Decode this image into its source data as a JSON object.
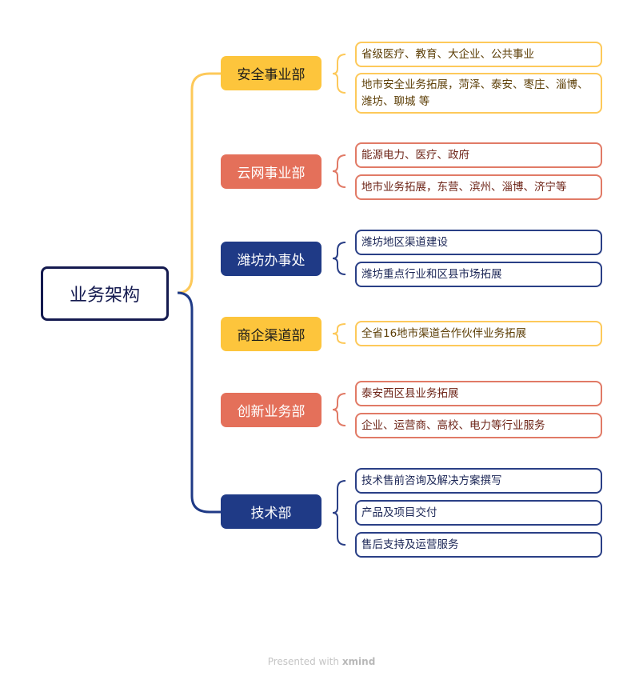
{
  "root": "业务架构",
  "colors": {
    "yellow": "#fdc53c",
    "red": "#e4705a",
    "navy": "#1f3a86"
  },
  "branches": [
    {
      "label": "安全事业部",
      "children": [
        "省级医疗、教育、大企业、公共事业",
        "地市安全业务拓展，菏泽、泰安、枣庄、淄博、潍坊、聊城 等"
      ]
    },
    {
      "label": "云网事业部",
      "children": [
        "能源电力、医疗、政府",
        "地市业务拓展，东营、滨州、淄博、济宁等"
      ]
    },
    {
      "label": "潍坊办事处",
      "children": [
        "潍坊地区渠道建设",
        "潍坊重点行业和区县市场拓展"
      ]
    },
    {
      "label": "商企渠道部",
      "children": [
        "全省16地市渠道合作伙伴业务拓展"
      ]
    },
    {
      "label": "创新业务部",
      "children": [
        "泰安西区县业务拓展",
        "企业、运营商、高校、电力等行业服务"
      ]
    },
    {
      "label": "技术部",
      "children": [
        "技术售前咨询及解决方案撰写",
        "产品及项目交付",
        "售后支持及运营服务"
      ]
    }
  ],
  "footer": {
    "prefix": "Presented with",
    "brand": "xmind"
  }
}
